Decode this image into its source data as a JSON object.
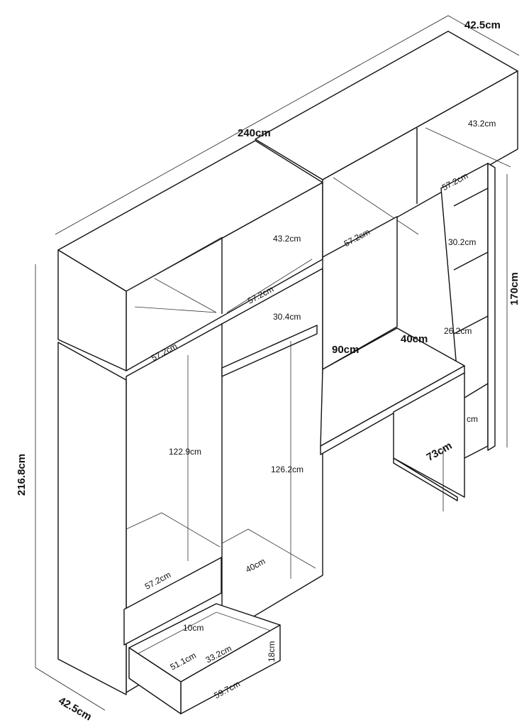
{
  "dimensions": {
    "total_width": "240cm",
    "depth_top": "42.5cm",
    "depth_bottom": "42.5cm",
    "total_height": "216.8cm",
    "side_height": "170cm",
    "desk_width": "90cm",
    "desk_depth": "40cm",
    "desk_height": "73cm",
    "top_left_shelf_w": "57.2cm",
    "top_mid_shelf_w": "57.2cm",
    "top_right_shelf_w": "57.2cm",
    "top_right_shelf_w2": "57.2cm",
    "top_shelf_h1": "43.2cm",
    "top_shelf_h2": "43.2cm",
    "cabinet_shelf_h": "30.4cm",
    "cabinet_shelf_w": "57.2cm",
    "side_shelf_h": "30.2cm",
    "side_shelf_w": "26.2cm",
    "side_small": "cm",
    "left_hang_h": "122.9cm",
    "right_hang_h": "126.2cm",
    "left_bottom_w": "57.2cm",
    "right_bottom_d": "40cm",
    "drawer_depth_inner": "10cm",
    "drawer_inner_w": "51.1cm",
    "drawer_inner_d": "33.2cm",
    "drawer_h": "18cm",
    "drawer_w": "59.7cm"
  }
}
